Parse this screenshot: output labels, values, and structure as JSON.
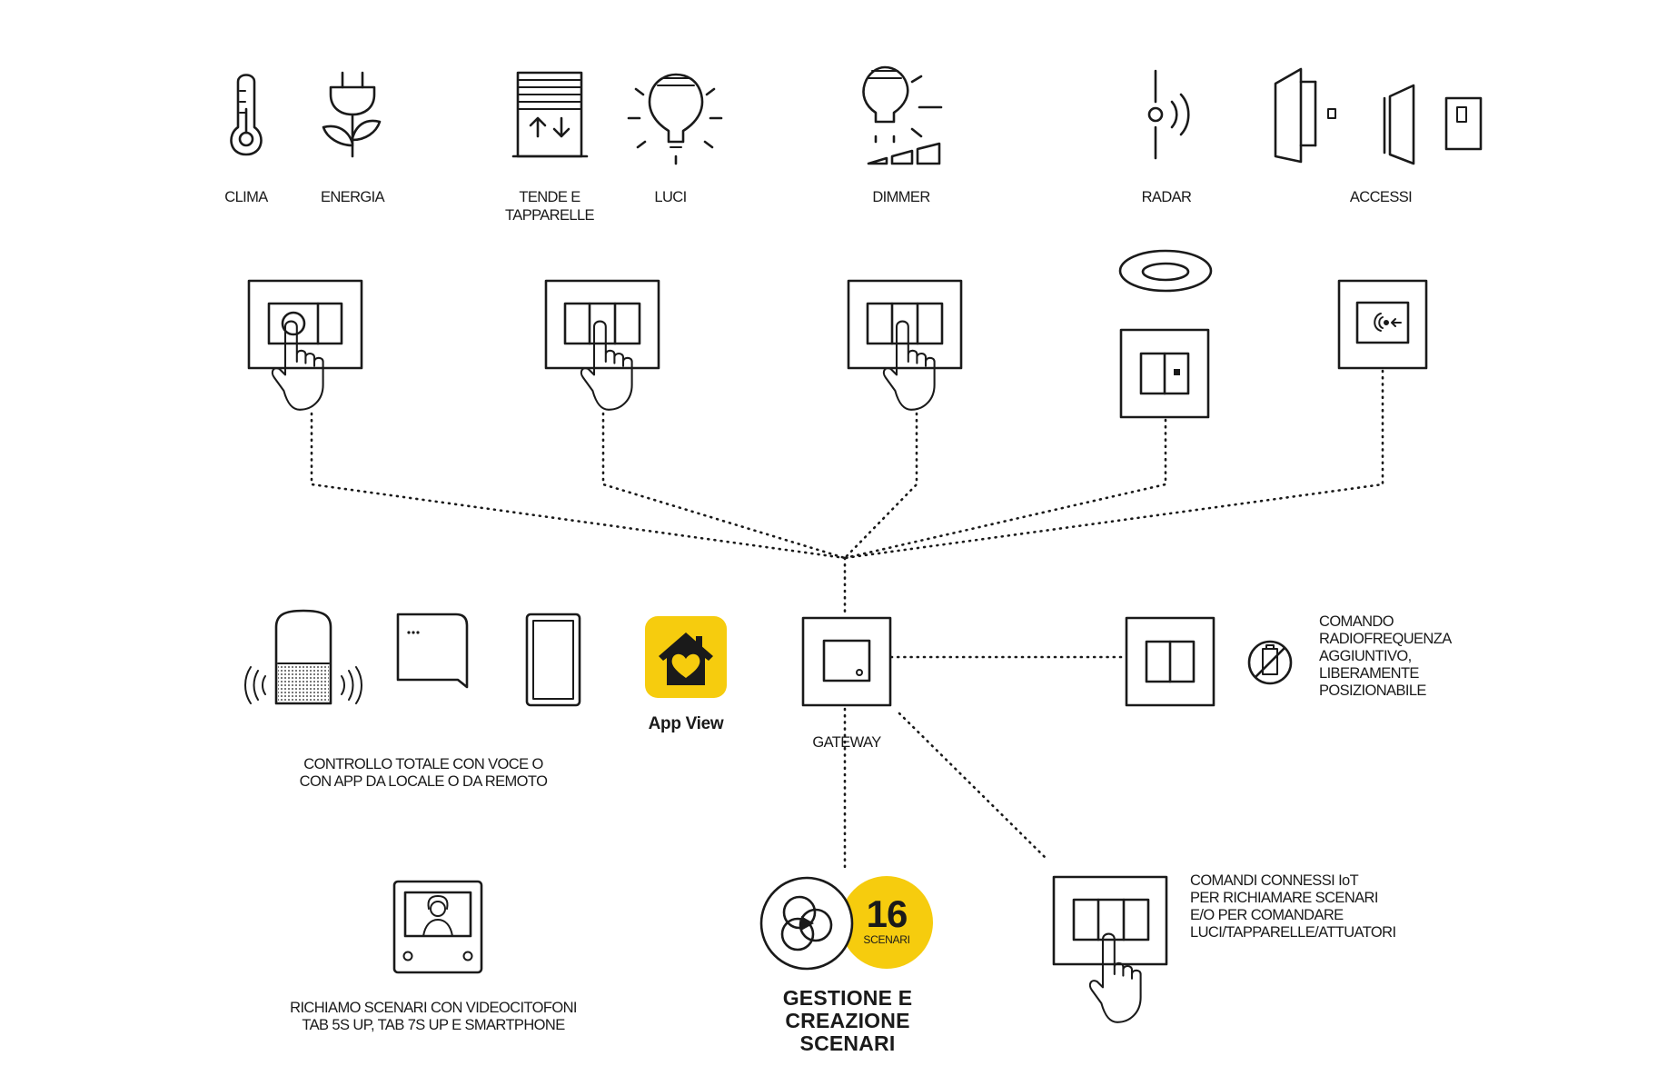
{
  "colors": {
    "accent": "#f6cc0e",
    "line": "#1a1a1a",
    "background": "#ffffff"
  },
  "top_functions": {
    "clima": {
      "icon": "thermometer-icon",
      "label": "CLIMA"
    },
    "energia": {
      "icon": "plug-plant-icon",
      "label": "ENERGIA"
    },
    "tende": {
      "icon": "blind-shutter-icon",
      "line1": "TENDE E",
      "line2": "TAPPARELLE"
    },
    "luci": {
      "icon": "light-bulb-icon",
      "label": "LUCI"
    },
    "dimmer": {
      "icon": "dimmer-bulb-icon",
      "label": "DIMMER"
    },
    "radar": {
      "icon": "radar-sensor-icon",
      "label": "RADAR"
    },
    "accessi": {
      "icon": "doors-icon",
      "label": "ACCESSI"
    }
  },
  "devices_row": [
    {
      "name": "single-switch-with-hand"
    },
    {
      "name": "triple-switch-with-hand"
    },
    {
      "name": "dimmer-switch-with-hand"
    },
    {
      "name": "radar-ceiling-sensor-and-wall-module"
    },
    {
      "name": "access-control-reader"
    }
  ],
  "controls": {
    "app_label": "App View",
    "caption_line1": "CONTROLLO TOTALE CON VOCE O",
    "caption_line2": "CON APP DA LOCALE O DA REMOTO"
  },
  "gateway": {
    "label": "GATEWAY"
  },
  "radio_command": {
    "lines": [
      "COMANDO",
      "RADIOFREQUENZA",
      "AGGIUNTIVO,",
      "LIBERAMENTE",
      "POSIZIONABILE"
    ],
    "icon": "no-battery-icon"
  },
  "videodoor": {
    "line1": "RICHIAMO SCENARI CON VIDEOCITOFONI",
    "line2": "TAB 5S UP, TAB 7S UP E SMARTPHONE"
  },
  "scenarios": {
    "count": "16",
    "count_label": "SCENARI",
    "title_lines": [
      "GESTIONE E",
      "CREAZIONE",
      "SCENARI"
    ]
  },
  "iot_commands": {
    "lines": [
      "COMANDI CONNESSI IoT",
      "PER RICHIAMARE SCENARI",
      "E/O PER COMANDARE",
      "LUCI/TAPPARELLE/ATTUATORI"
    ]
  }
}
